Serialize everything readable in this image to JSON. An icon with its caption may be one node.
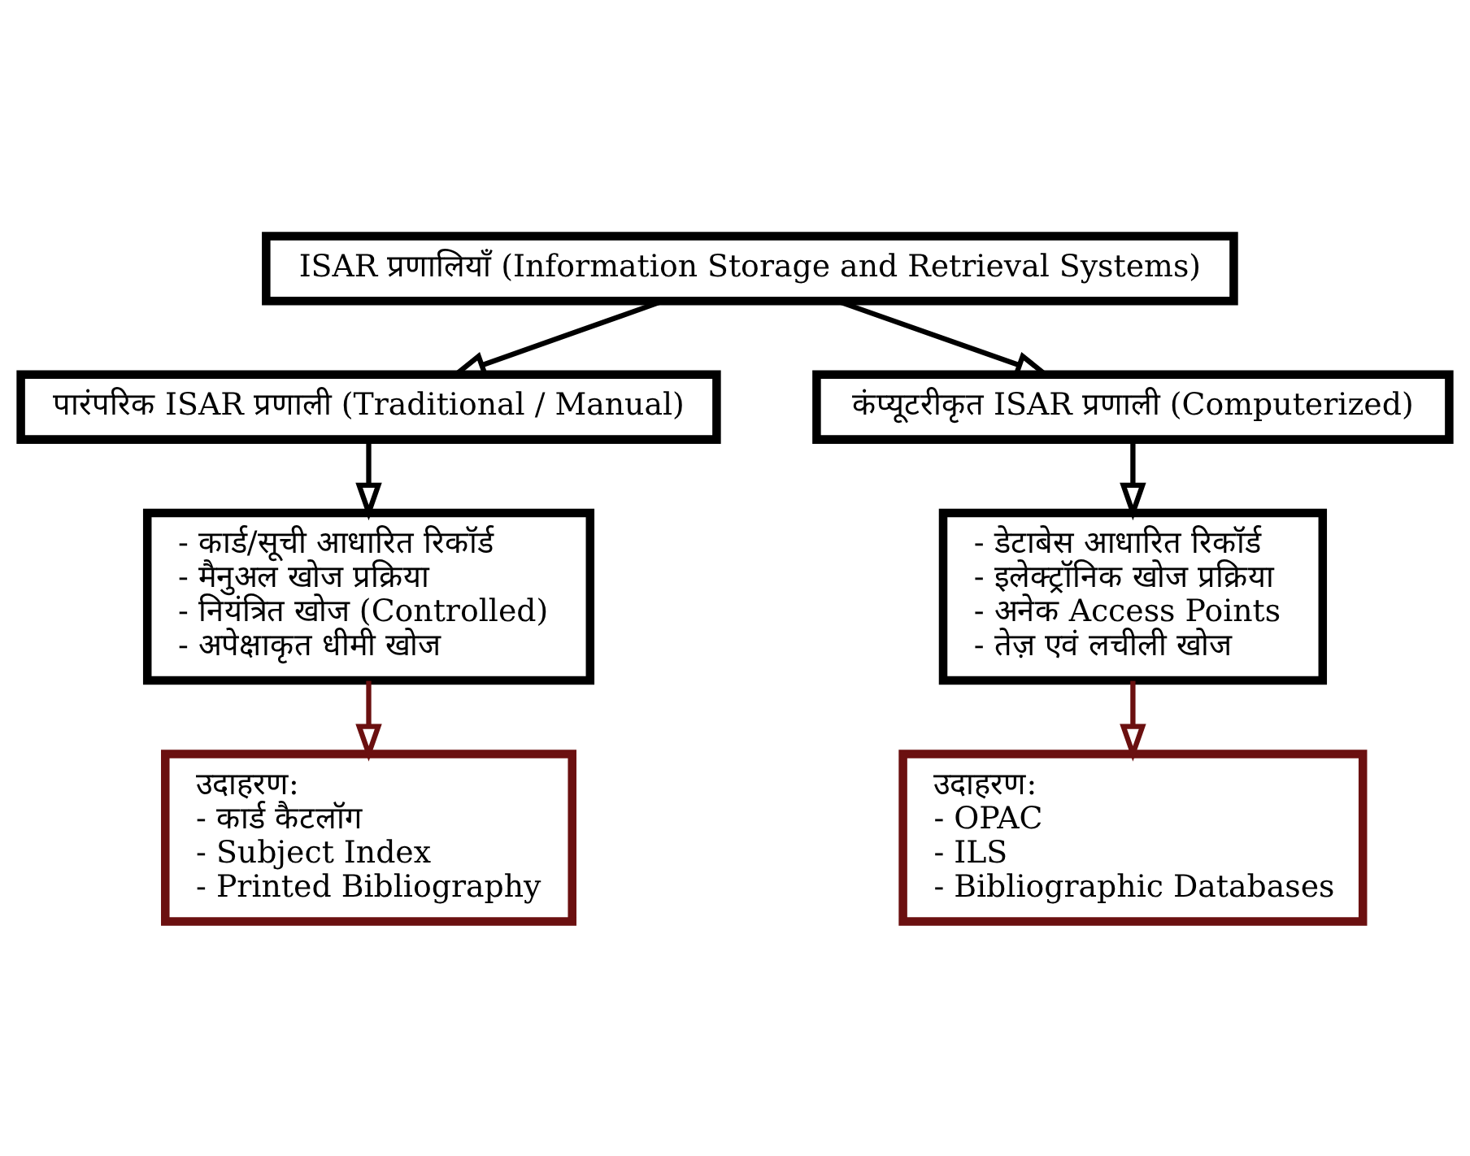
{
  "diagram": {
    "nodes": [
      {
        "text": [
          "ISAR प्रणालियाँ (Information Storage and Retrieval Systems)"
        ]
      },
      {
        "text": [
          "पारंपरिक ISAR प्रणाली (Traditional / Manual)"
        ]
      },
      {
        "text": [
          "कंप्यूटरीकृत ISAR प्रणाली (Computerized)"
        ]
      },
      {
        "text": [
          "- कार्ड/सूची आधारित रिकॉर्ड",
          "- मैनुअल खोज प्रक्रिया",
          "- नियंत्रित खोज (Controlled)",
          "- अपेक्षाकृत धीमी खोज"
        ]
      },
      {
        "text": [
          "- डेटाबेस आधारित रिकॉर्ड",
          "- इलेक्ट्रॉनिक खोज प्रक्रिया",
          "- अनेक Access Points",
          "- तेज़ एवं लचीली खोज"
        ]
      },
      {
        "text": [
          "उदाहरण:",
          "- कार्ड कैटलॉग",
          "- Subject Index",
          "- Printed Bibliography"
        ]
      },
      {
        "text": [
          "उदाहरण:",
          "- OPAC",
          "- ILS",
          "- Bibliographic Databases"
        ]
      }
    ],
    "edges": [
      {
        "from": 0,
        "to": 1,
        "arrow": "to"
      },
      {
        "from": 0,
        "to": 2,
        "arrow": "to"
      },
      {
        "from": 1,
        "to": 3,
        "arrow": "to"
      },
      {
        "from": 2,
        "to": 4,
        "arrow": "to"
      },
      {
        "from": 3,
        "to": 5,
        "arrow": "to",
        "color": "#6b1010"
      },
      {
        "from": 4,
        "to": 6,
        "arrow": "to",
        "color": "#6b1010"
      }
    ]
  }
}
